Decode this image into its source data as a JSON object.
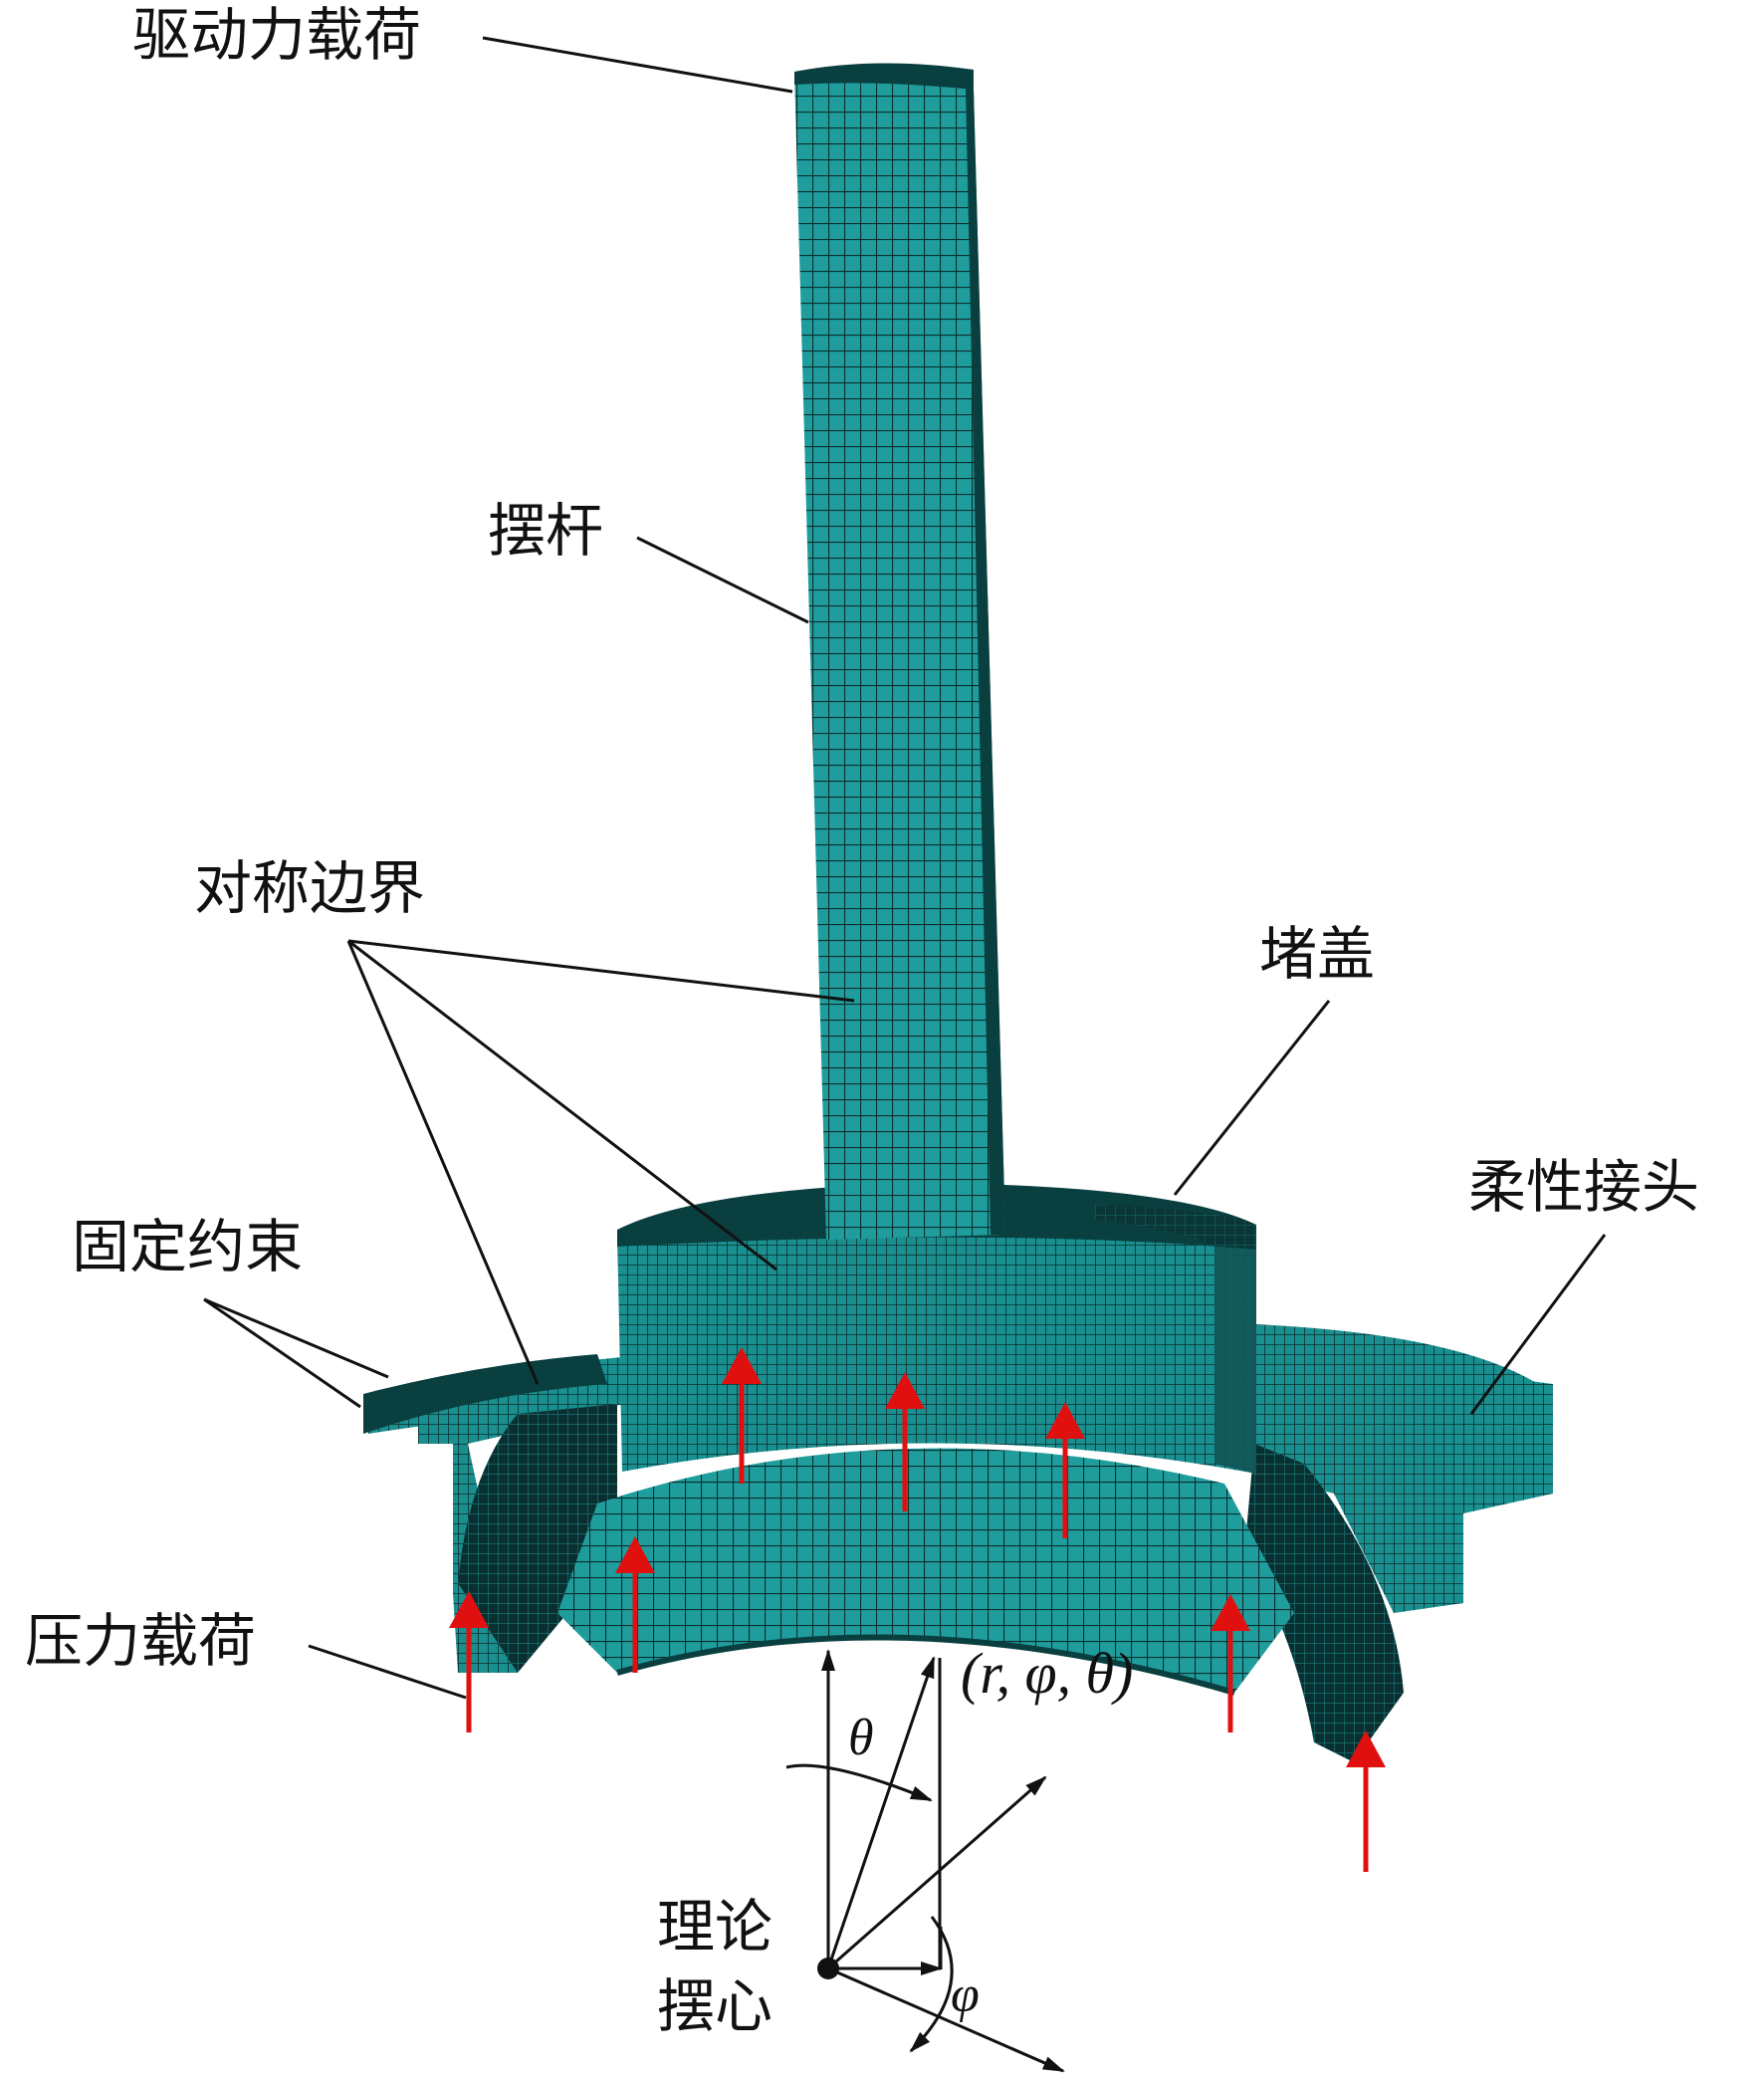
{
  "labels": {
    "drive_load": "驱动力载荷",
    "swing_rod": "摆杆",
    "symmetry_boundary": "对称边界",
    "plug_cover": "堵盖",
    "flexible_joint": "柔性接头",
    "fixed_constraint": "固定约束",
    "pressure_load": "压力载荷",
    "coord_tuple": "(r, φ, θ)",
    "theta": "θ",
    "phi": "φ",
    "center_line1": "理论",
    "center_line2": "摆心"
  },
  "colors": {
    "mesh_face": "#1f9d9d",
    "mesh_dark": "#0a3f40",
    "mesh_line": "#0c2e2e",
    "arrow_red": "#e01010",
    "ink": "#111111"
  }
}
